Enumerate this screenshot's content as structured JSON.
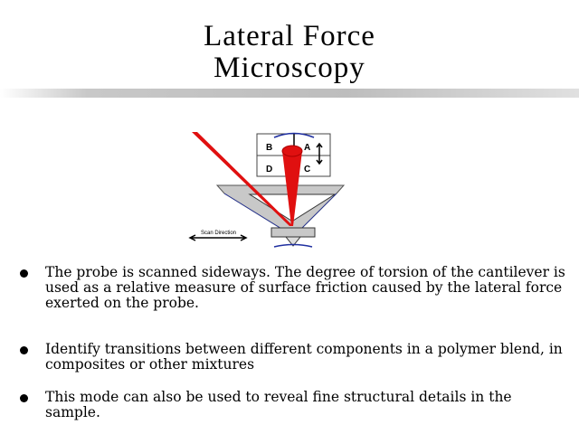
{
  "title": {
    "line1": "Lateral Force",
    "line2": "Microscopy"
  },
  "diagram": {
    "quadrants": [
      "B",
      "A",
      "D",
      "C"
    ],
    "scan_label": "Scan Direction",
    "laser_color": "#e01010"
  },
  "bullets": [
    "The probe is scanned sideways. The degree of torsion of the cantilever is used as a relative measure of surface friction caused by the lateral force exerted on the probe.",
    "Identify transitions between different components in a polymer blend, in composites or other mixtures",
    "This mode can also be used to reveal fine structural details in the sample."
  ]
}
